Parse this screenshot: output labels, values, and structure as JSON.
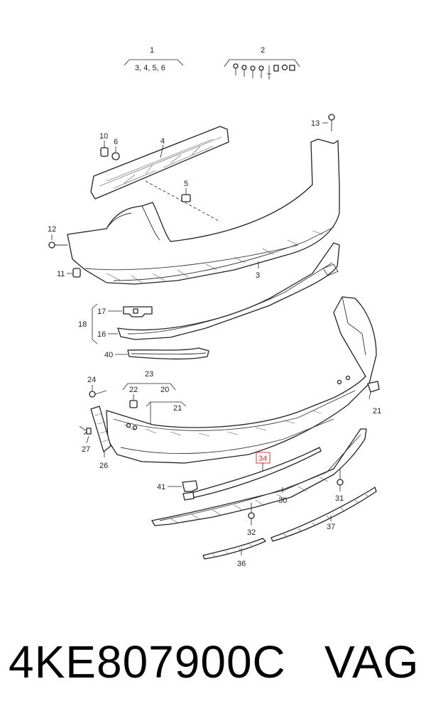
{
  "diagram": {
    "labels": {
      "l1": "1",
      "l1_sub": "3, 4, 5, 6",
      "l2": "2",
      "l3": "3",
      "l4": "4",
      "l5": "5",
      "l6": "6",
      "l10": "10",
      "l11": "11",
      "l12": "12",
      "l13": "13",
      "l16": "16",
      "l17": "17",
      "l18": "18",
      "l20": "20",
      "l21a": "21",
      "l21b": "21",
      "l22": "22",
      "l23": "23",
      "l24": "24",
      "l26": "26",
      "l27": "27",
      "l30": "30",
      "l31": "31",
      "l32": "32",
      "l34": "34",
      "l36": "36",
      "l37": "37",
      "l40": "40",
      "l41": "41"
    },
    "highlight_color": "#d43a3a"
  },
  "footer": {
    "part_number": "4KE807900C",
    "brand": "VAG"
  }
}
